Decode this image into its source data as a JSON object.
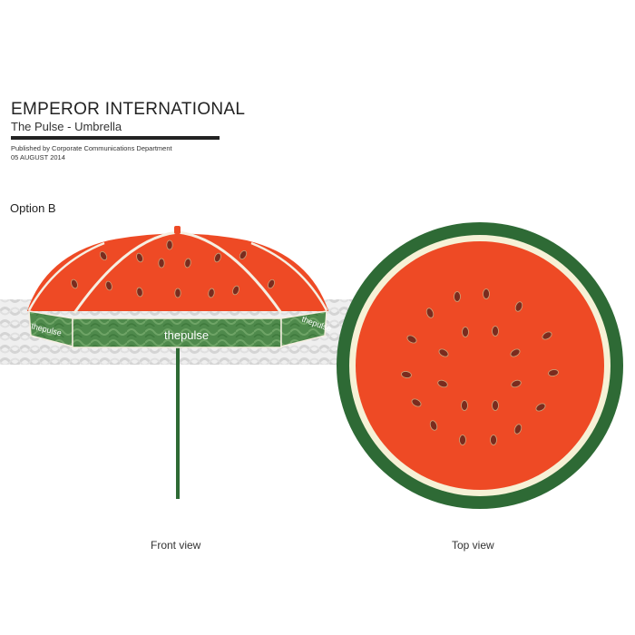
{
  "header": {
    "title": "EMPEROR INTERNATIONAL",
    "subtitle": "The Pulse - Umbrella",
    "published": "Published by Corporate Communications Department",
    "date": "05 AUGUST  2014"
  },
  "option_label": "Option B",
  "views": {
    "front_label": "Front view",
    "top_label": "Top view"
  },
  "brand": {
    "logo_text": "thepulse"
  },
  "colors": {
    "watermelon_red": "#ee4a25",
    "rind_green": "#2e6a35",
    "rind_cream": "#f6f1d6",
    "seed": "#7a2b1e",
    "valance_green": "#4f8a4c"
  }
}
